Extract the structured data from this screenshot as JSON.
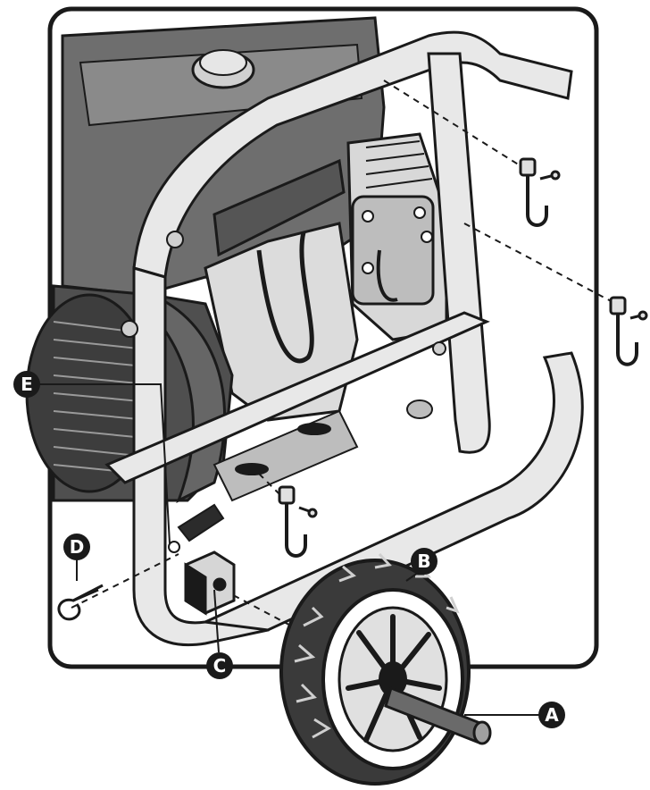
{
  "callouts": {
    "a": "A",
    "b": "B",
    "c": "C",
    "d": "D",
    "e": "E"
  },
  "colors": {
    "line": "#1a1a1a",
    "frame_fill": "#e8e8e8",
    "engine_dark": "#6e6e6e",
    "engine_mid": "#9a9a9a",
    "engine_light": "#c8c8c8",
    "background": "#ffffff"
  },
  "icons": [
    "axle-pin",
    "wheel",
    "wheel-bracket",
    "hairpin-clip",
    "mounting-hole",
    "hook-bolt"
  ]
}
